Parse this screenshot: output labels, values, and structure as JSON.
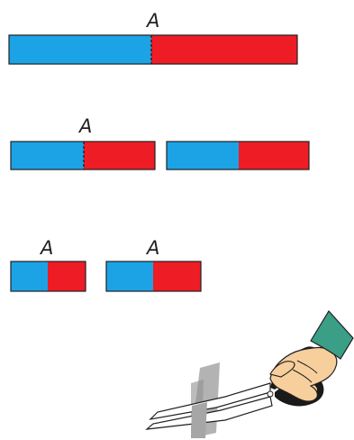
{
  "colors": {
    "blue": "#1ba3e6",
    "red": "#ee1c25",
    "outline": "#231f20",
    "skin": "#f6cf9c",
    "sleeve": "#3a9f86",
    "blade_gray": "#b3b3b3",
    "scissors_handle": "#1a1a1a"
  },
  "diagram": {
    "rows": [
      {
        "magnets": [
          {
            "label": "A"
          }
        ]
      },
      {
        "magnets": [
          {
            "label": "A"
          },
          {
            "label": ""
          }
        ]
      },
      {
        "magnets": [
          {
            "label": "A"
          },
          {
            "label": "A"
          }
        ]
      }
    ]
  },
  "icons": {
    "cut": "scissors-hand-icon"
  }
}
